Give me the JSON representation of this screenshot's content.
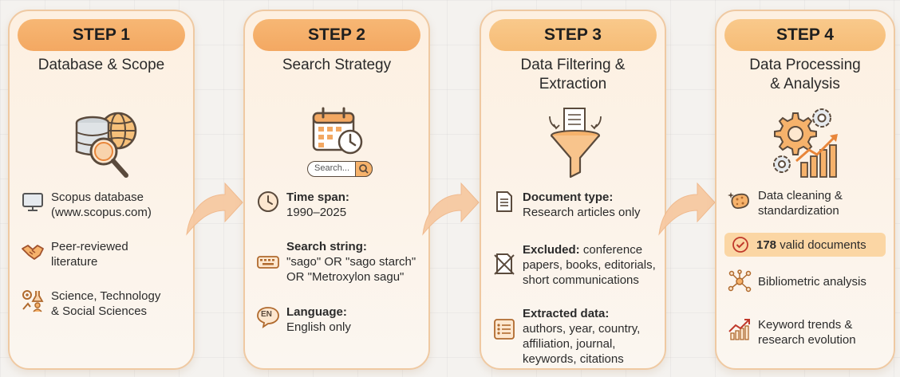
{
  "steps": [
    {
      "label": "STEP 1",
      "title_line1": "Database & Scope",
      "items": [
        {
          "line1": "Scopus database",
          "line2": "(www.scopus.com)",
          "icon": "monitor-icon"
        },
        {
          "line1": "Peer-reviewed",
          "line2": "literature",
          "icon": "handshake-icon"
        },
        {
          "line1": "Science, Technology",
          "line2": "& Social Sciences",
          "icon": "science-icon"
        }
      ]
    },
    {
      "label": "STEP 2",
      "title_line1": "Search Strategy",
      "search_placeholder": "Search...",
      "items": [
        {
          "heading": "Time span:",
          "line1": "1990–2025",
          "icon": "clock-icon"
        },
        {
          "heading": "Search string:",
          "line1": "\"sago\" OR \"sago starch\"",
          "line2": "OR \"Metroxylon sagu\"",
          "icon": "keyboard-icon"
        },
        {
          "heading": "Language:",
          "line1": "English only",
          "icon": "language-icon",
          "badge": "EN"
        }
      ]
    },
    {
      "label": "STEP 3",
      "title_line1": "Data Filtering &",
      "title_line2": "Extraction",
      "items": [
        {
          "heading": "Document type:",
          "line1": "Research articles only",
          "icon": "document-icon"
        },
        {
          "heading": "Excluded:",
          "heading_rest": " conference",
          "line1": "papers, books, editorials,",
          "line2": "short communications",
          "icon": "excluded-doc-icon"
        },
        {
          "heading": "Extracted data:",
          "line1": "authors, year, country,",
          "line2": "affiliation, journal,",
          "line3": "keywords, citations",
          "icon": "list-icon"
        }
      ]
    },
    {
      "label": "STEP 4",
      "title_line1": "Data Processing",
      "title_line2": "& Analysis",
      "items": [
        {
          "line1": "Data cleaning &",
          "line2": "standardization",
          "icon": "sponge-icon"
        },
        {
          "count": "178",
          "rest": " valid documents",
          "icon": "check-circle-icon"
        },
        {
          "line1": "Bibliometric analysis",
          "icon": "network-icon"
        },
        {
          "line1": "Keyword trends &",
          "line2": "research evolution",
          "icon": "trend-icon"
        }
      ]
    }
  ],
  "colors": {
    "accent": "#f3a862",
    "icon_orange": "#e8863a",
    "border": "#efc9a2",
    "highlight": "#fbd6a4"
  }
}
